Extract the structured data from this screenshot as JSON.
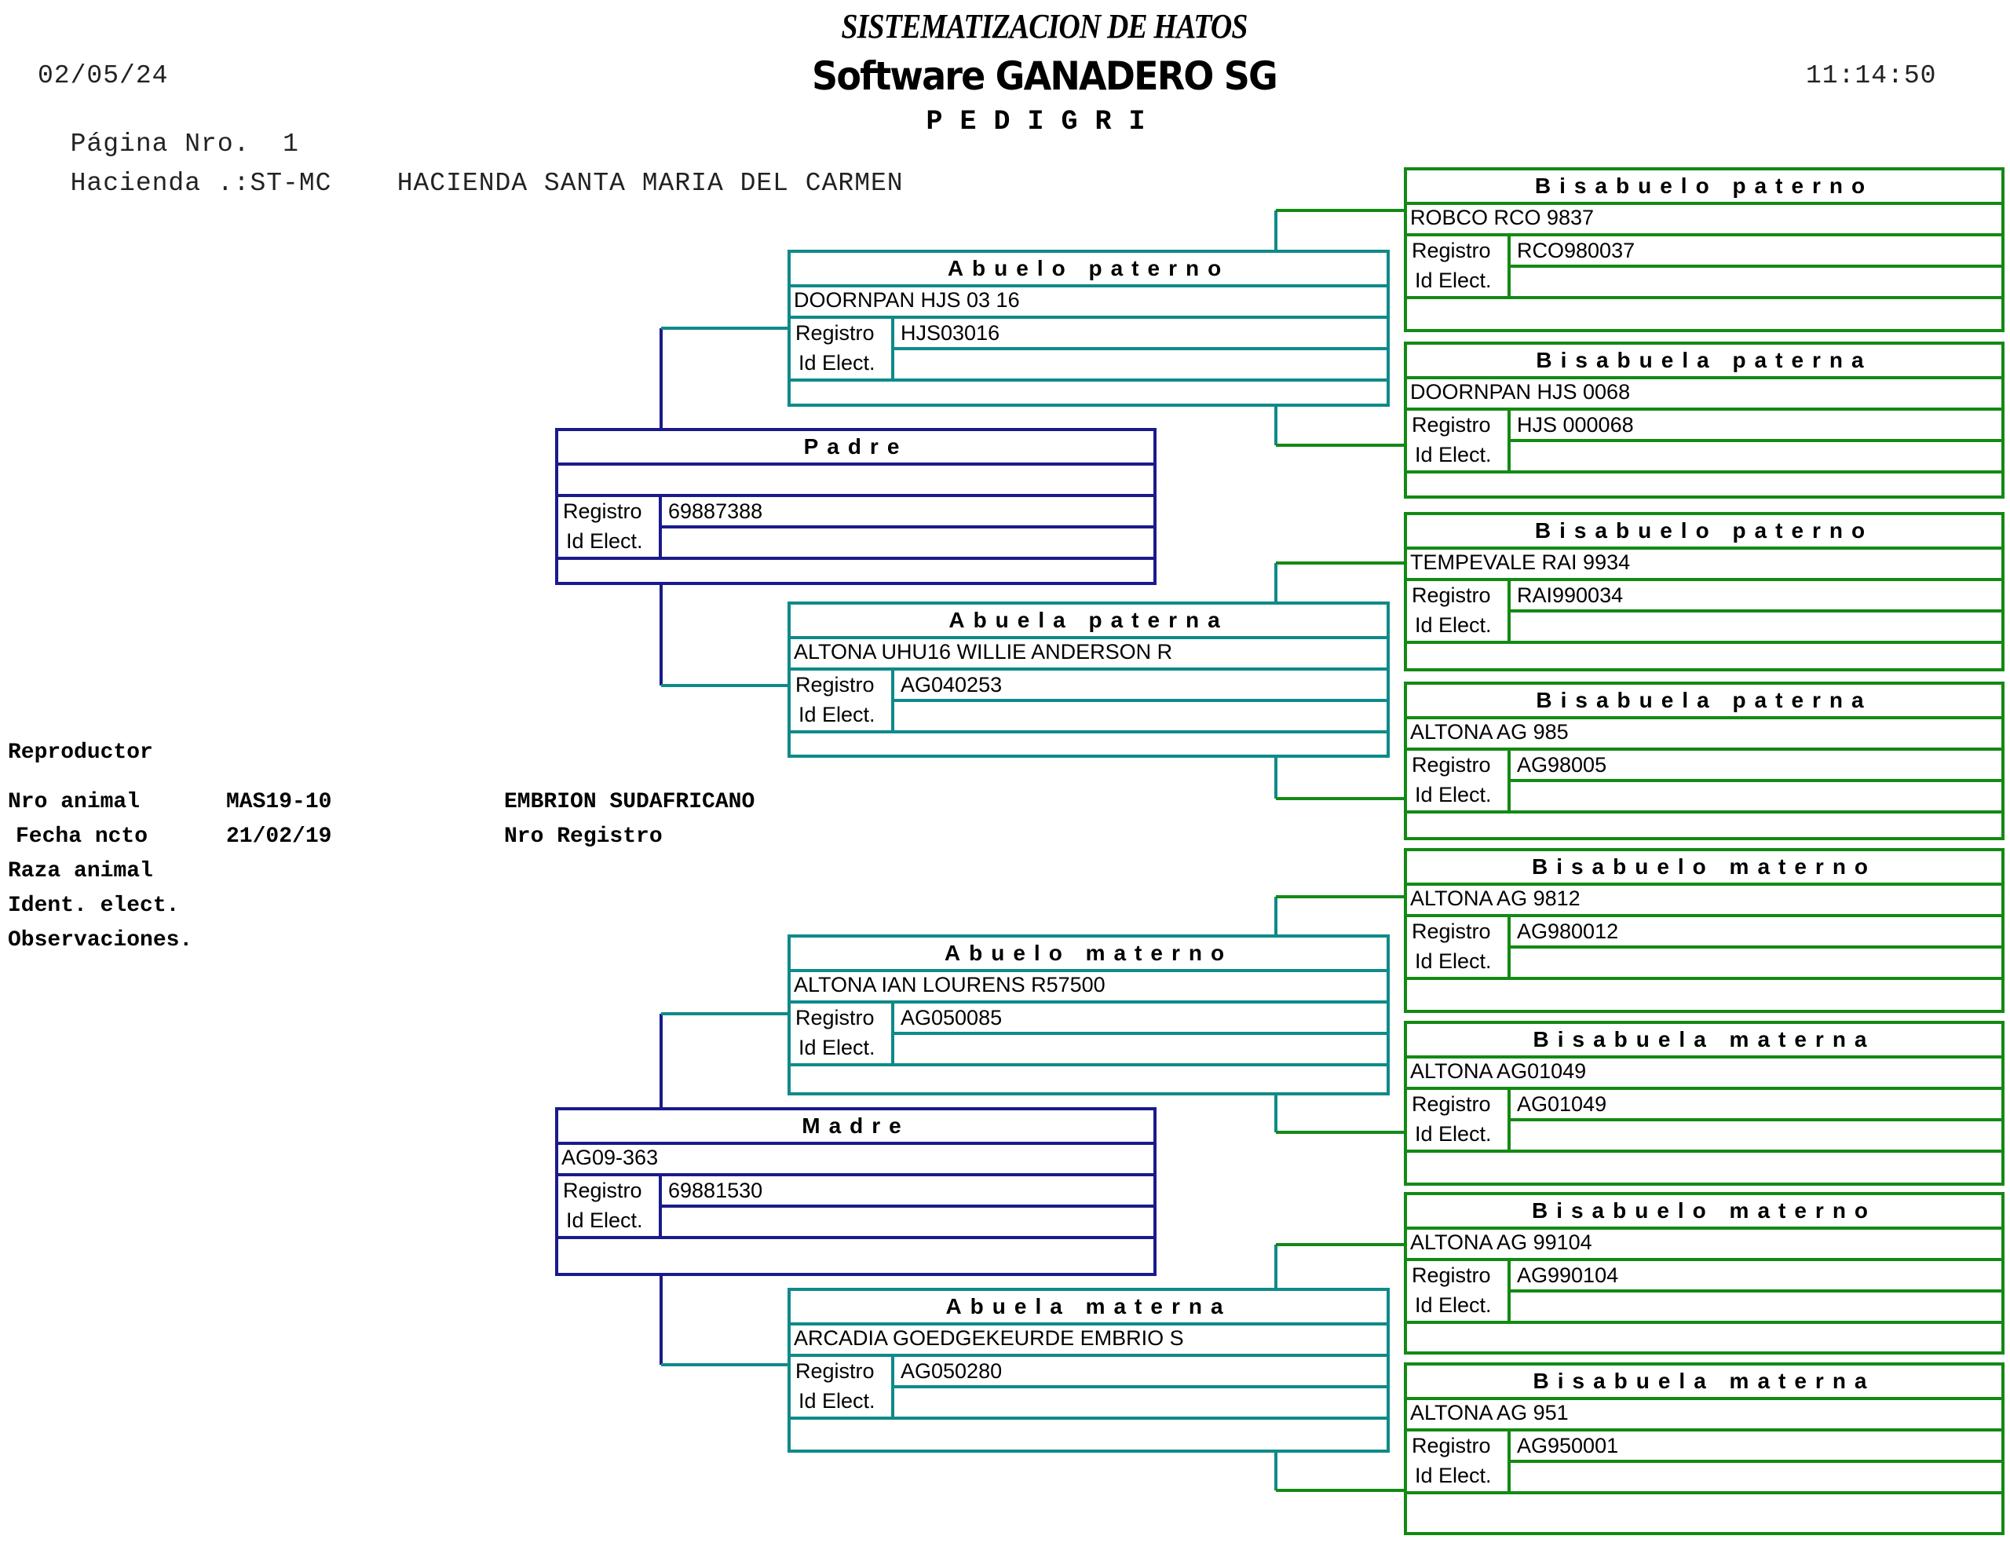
{
  "header": {
    "date": "02/05/24",
    "page_label": "Página Nro.",
    "page_number": "1",
    "hacienda_label": "Hacienda .:",
    "hacienda_code": "ST-MC",
    "hacienda_name": "HACIENDA SANTA MARIA DEL CARMEN",
    "title_line1": "SISTEMATIZACION DE HATOS",
    "title_line2": "Software GANADERO SG",
    "title_line3": "PEDIGRI",
    "time": "11:14:50"
  },
  "reproductor": {
    "section_label": "Reproductor",
    "nro_animal_label": "Nro animal",
    "nro_animal": "MAS19-10",
    "fecha_label": "Fecha ncto",
    "fecha": "21/02/19",
    "raza_label": "Raza animal",
    "raza": "",
    "ident_label": "Ident. elect.",
    "ident": "",
    "obs_label": "Observaciones.",
    "obs": "",
    "description": "EMBRION SUDAFRICANO",
    "nro_registro_label": "Nro Registro",
    "nro_registro": ""
  },
  "labels": {
    "registro": "Registro",
    "id_elect": "Id Elect."
  },
  "colors": {
    "parent": "#1a1a8c",
    "grandparent": "#0f8a8a",
    "great_grandparent": "#138a13"
  },
  "pedigree": {
    "padre": {
      "title": "Padre",
      "name": "",
      "registro": "69887388",
      "id_elect": ""
    },
    "madre": {
      "title": "Madre",
      "name": "AG09-363",
      "registro": "69881530",
      "id_elect": ""
    },
    "abuelo_paterno": {
      "title": "Abuelo paterno",
      "name": "DOORNPAN HJS 03 16",
      "registro": "HJS03016",
      "id_elect": ""
    },
    "abuela_paterna": {
      "title": "Abuela paterna",
      "name": "ALTONA UHU16 WILLIE ANDERSON R",
      "registro": "AG040253",
      "id_elect": ""
    },
    "abuelo_materno": {
      "title": "Abuelo materno",
      "name": "ALTONA IAN LOURENS R57500",
      "registro": "AG050085",
      "id_elect": ""
    },
    "abuela_materna": {
      "title": "Abuela materna",
      "name": "ARCADIA GOEDGEKEURDE EMBRIO S",
      "registro": "AG050280",
      "id_elect": ""
    },
    "bisabuelo_paterno_1": {
      "title": "Bisabuelo paterno",
      "name": "ROBCO RCO 9837",
      "registro": "RCO980037",
      "id_elect": ""
    },
    "bisabuela_paterna_1": {
      "title": "Bisabuela paterna",
      "name": "DOORNPAN HJS 0068",
      "registro": "HJS 000068",
      "id_elect": ""
    },
    "bisabuelo_paterno_2": {
      "title": "Bisabuelo paterno",
      "name": "TEMPEVALE RAI 9934",
      "registro": "RAI990034",
      "id_elect": ""
    },
    "bisabuela_paterna_2": {
      "title": "Bisabuela paterna",
      "name": "ALTONA AG 985",
      "registro": "AG98005",
      "id_elect": ""
    },
    "bisabuelo_materno_1": {
      "title": "Bisabuelo materno",
      "name": "ALTONA AG 9812",
      "registro": "AG980012",
      "id_elect": ""
    },
    "bisabuela_materna_1": {
      "title": "Bisabuela materna",
      "name": "ALTONA AG01049",
      "registro": "AG01049",
      "id_elect": ""
    },
    "bisabuelo_materno_2": {
      "title": "Bisabuelo materno",
      "name": "ALTONA AG 99104",
      "registro": "AG990104",
      "id_elect": ""
    },
    "bisabuela_materna_2": {
      "title": "Bisabuela materna",
      "name": "ALTONA AG 951",
      "registro": "AG950001",
      "id_elect": ""
    }
  }
}
